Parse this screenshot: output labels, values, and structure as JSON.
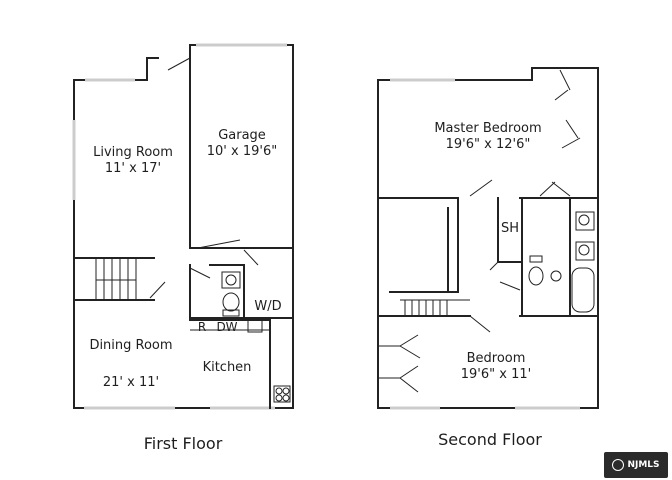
{
  "first_floor": {
    "caption": "First Floor",
    "living_room": {
      "name": "Living Room",
      "size": "11' x 17'"
    },
    "garage": {
      "name": "Garage",
      "size": "10' x 19'6\""
    },
    "dining_room": {
      "name": "Dining Room",
      "size": "21' x 11'"
    },
    "kitchen": {
      "name": "Kitchen"
    },
    "laundry": "W/D",
    "refrigerator": "R",
    "dishwasher": "DW"
  },
  "second_floor": {
    "caption": "Second Floor",
    "master_bedroom": {
      "name": "Master Bedroom",
      "size": "19'6\" x 12'6\""
    },
    "bedroom": {
      "name": "Bedroom",
      "size": "19'6\" x 11'"
    },
    "shower": "SH"
  },
  "watermark": {
    "logo_text": "NJMLS"
  }
}
